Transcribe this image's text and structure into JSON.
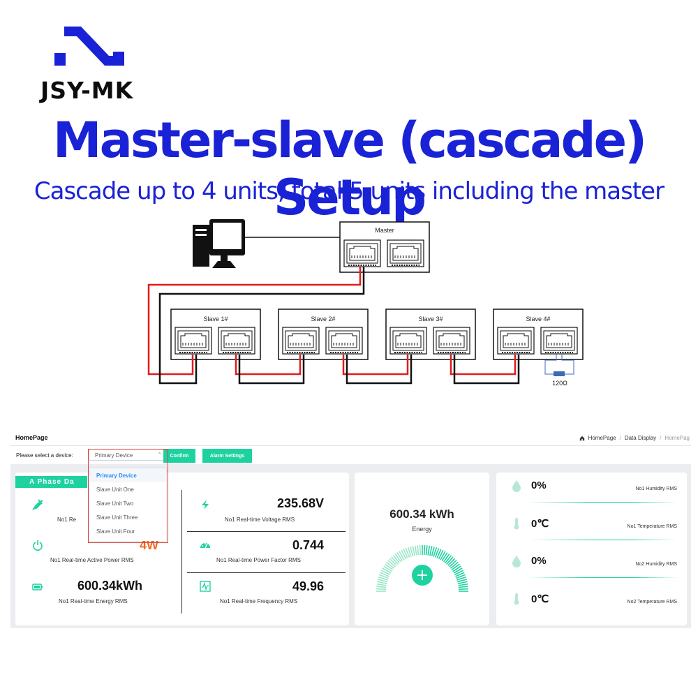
{
  "brand": {
    "name": "JSY-MK"
  },
  "title": "Master-slave (cascade) Setup",
  "subtitle": "Cascade up to 4 units, total 5 units including the master",
  "diagram": {
    "master_label": "Master",
    "slave_labels": [
      "Slave 1#",
      "Slave 2#",
      "Slave 3#",
      "Slave 4#"
    ],
    "resistor_label": "120Ω",
    "colors": {
      "wire_red": "#e21b1b",
      "wire_black": "#111111",
      "resistor": "#3d6ab3"
    }
  },
  "ui": {
    "page_title": "HomePage",
    "breadcrumb": [
      "HomePage",
      "Data Display",
      "HomePag"
    ],
    "select_label": "Please select a device:",
    "select_value": "Primary Device",
    "confirm_label": "Confirm",
    "alarm_label": "Alarm Settings",
    "dropdown_options": [
      "Primary Device",
      "Slave Unit One",
      "Slave Unit Two",
      "Slave Unit Three",
      "Slave Unit Four"
    ],
    "phase_tag": "A Phase Da",
    "metrics": {
      "current_label": "No1 Re",
      "voltage_value": "235.68V",
      "voltage_label": "No1 Real-time Voltage RMS",
      "power_value": "4W",
      "power_label": "No1 Real-time Active Power RMS",
      "pf_value": "0.744",
      "pf_label": "No1 Real-time Power Factor RMS",
      "energy_value": "600.34kWh",
      "energy_label": "No1 Real-time Energy RMS",
      "freq_value": "49.96",
      "freq_label": "No1 Real-time Frequency RMS"
    },
    "energy_card": {
      "value": "600.34 kWh",
      "label": "Energy"
    },
    "env": [
      {
        "icon": "droplet-icon",
        "value": "0%",
        "label": "No1 Humidity RMS"
      },
      {
        "icon": "thermometer-icon",
        "value": "0℃",
        "label": "No1 Temperature RMS"
      },
      {
        "icon": "droplet-icon",
        "value": "0%",
        "label": "No2 Humidity RMS"
      },
      {
        "icon": "thermometer-icon",
        "value": "0℃",
        "label": "No2 Temperature RMS"
      }
    ],
    "colors": {
      "accent": "#1ed2a0",
      "highlight_border": "#e0433d",
      "selected_text": "#2f8af5",
      "power_value": "#f26a22"
    }
  },
  "colors": {
    "title_blue": "#1a22d6"
  }
}
